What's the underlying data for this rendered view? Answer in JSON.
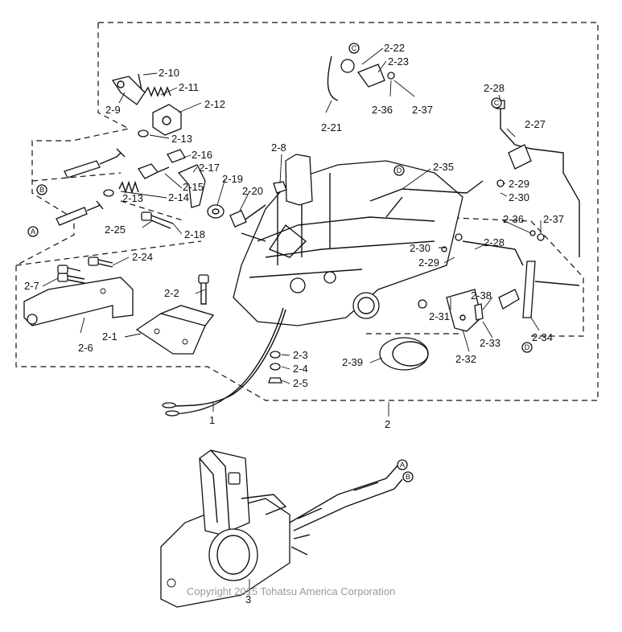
{
  "diagram": {
    "title": "Remote control box exploded parts diagram",
    "callouts": [
      "2-10",
      "2-11",
      "2-9",
      "2-12",
      "2-13",
      "2-16",
      "2-17",
      "2-15",
      "2-14",
      "2-13",
      "2-19",
      "2-20",
      "2-8",
      "2-25",
      "2-18",
      "2-24",
      "2-7",
      "2-6",
      "2-2",
      "2-1",
      "2-3",
      "2-4",
      "2-5",
      "2-39",
      "2-22",
      "2-23",
      "2-21",
      "2-36",
      "2-37",
      "2-35",
      "2-28",
      "2-27",
      "2-29",
      "2-30",
      "2-36",
      "2-37",
      "2-30",
      "2-29",
      "2-28",
      "2-31",
      "2-38",
      "2-33",
      "2-32",
      "2-34",
      "1",
      "2",
      "3"
    ],
    "markers": [
      "C",
      "D",
      "B",
      "A",
      "C",
      "D",
      "A",
      "B"
    ],
    "copyright": "Copyright 2015 Tohatsu America Corporation"
  }
}
